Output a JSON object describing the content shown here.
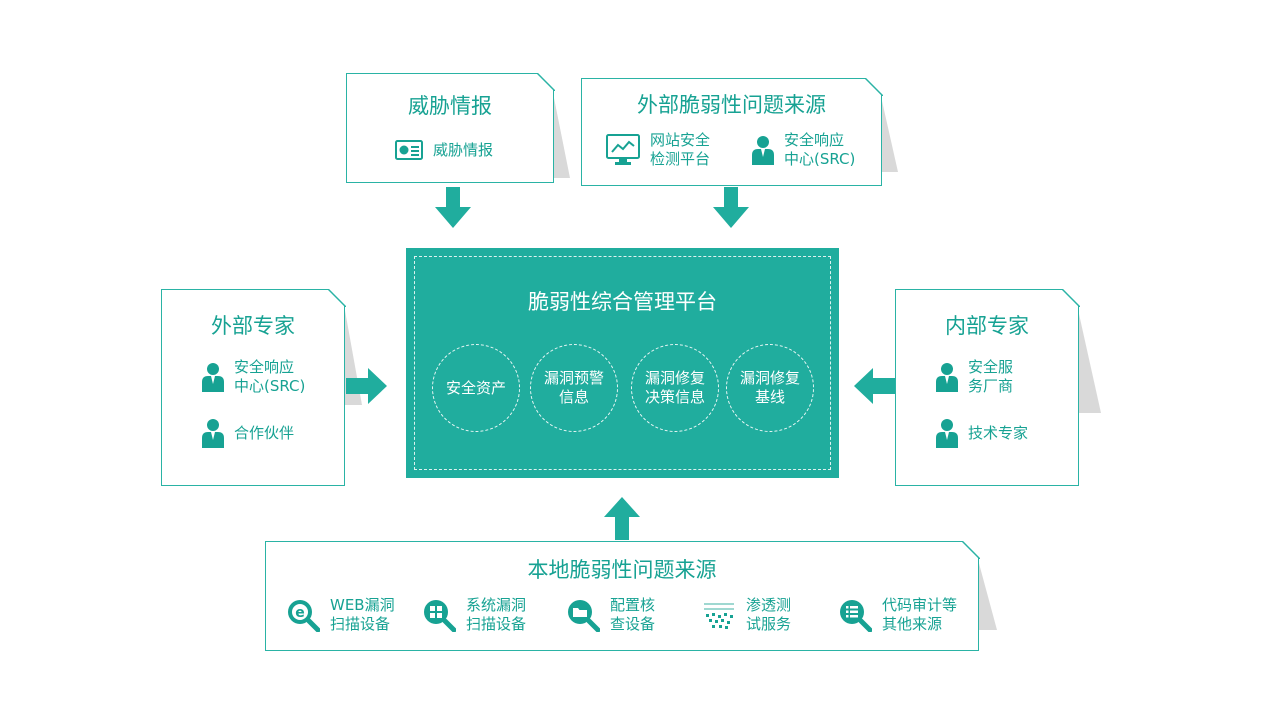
{
  "threat_intel": {
    "title": "威胁情报",
    "items": [
      {
        "icon": "dashboard-card-icon",
        "label": "威胁情报"
      }
    ]
  },
  "external_source": {
    "title": "外部脆弱性问题来源",
    "items": [
      {
        "icon": "monitor-chart-icon",
        "label": "网站安全\n检测平台"
      },
      {
        "icon": "person-icon",
        "label": "安全响应\n中心(SRC)"
      }
    ]
  },
  "external_experts": {
    "title": "外部专家",
    "items": [
      {
        "icon": "person-icon",
        "label": "安全响应\n中心(SRC)"
      },
      {
        "icon": "person-icon",
        "label": "合作伙伴"
      }
    ]
  },
  "internal_experts": {
    "title": "内部专家",
    "items": [
      {
        "icon": "person-icon",
        "label": "安全服\n务厂商"
      },
      {
        "icon": "person-icon",
        "label": "技术专家"
      }
    ]
  },
  "platform": {
    "title": "脆弱性综合管理平台",
    "modules": [
      "安全资产",
      "漏洞预警\n信息",
      "漏洞修复\n决策信息",
      "漏洞修复\n基线"
    ]
  },
  "local_source": {
    "title": "本地脆弱性问题来源",
    "items": [
      {
        "icon": "ie-search-icon",
        "label": "WEB漏洞\n扫描设备"
      },
      {
        "icon": "windows-search-icon",
        "label": "系统漏洞\n扫描设备"
      },
      {
        "icon": "folder-search-icon",
        "label": "配置核\n查设备"
      },
      {
        "icon": "pixel-pattern-icon",
        "label": "渗透测\n试服务"
      },
      {
        "icon": "list-search-icon",
        "label": "代码审计等\n其他来源"
      }
    ]
  },
  "colors": {
    "accent": "#20ad9e",
    "border": "#2ab3a5",
    "text": "#17a293"
  }
}
